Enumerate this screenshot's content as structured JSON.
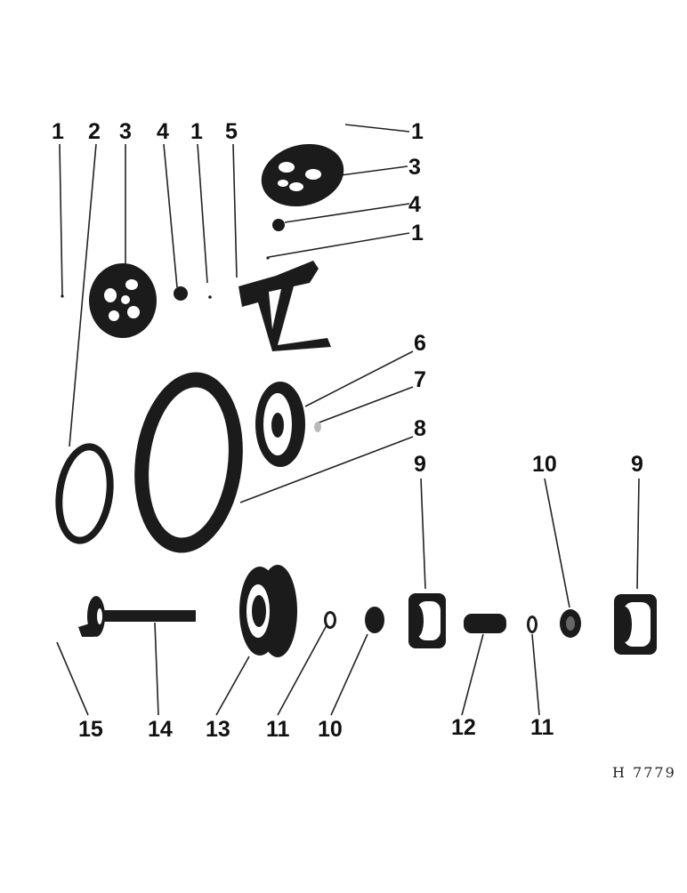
{
  "callouts": {
    "top_1": "1",
    "top_2": "2",
    "top_3": "3",
    "top_4": "4",
    "top_1b": "1",
    "top_5": "5",
    "right_1": "1",
    "right_3": "3",
    "right_4": "4",
    "right_1b": "1",
    "n6": "6",
    "n7": "7",
    "n8": "8",
    "n9a": "9",
    "n10a": "10",
    "n9b": "9",
    "b15": "15",
    "b14": "14",
    "b13": "13",
    "b11a": "11",
    "b10": "10",
    "b12": "12",
    "b11b": "11"
  },
  "figure_code": "H 7779"
}
